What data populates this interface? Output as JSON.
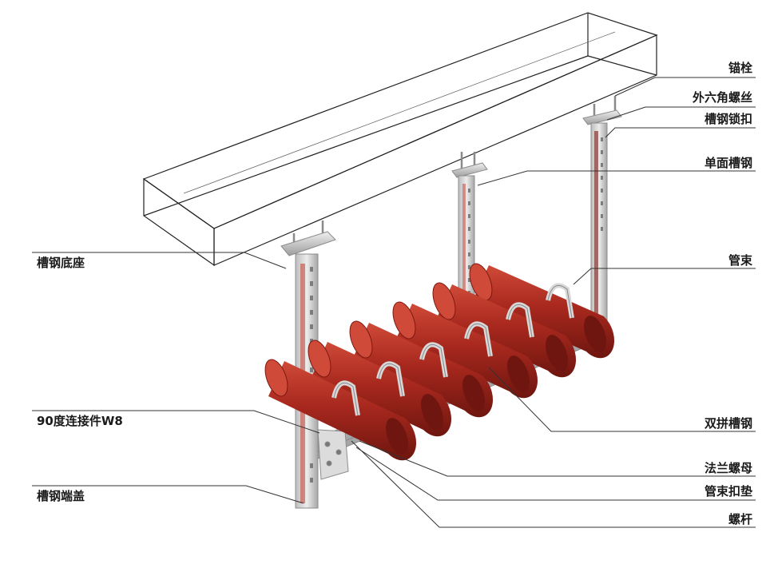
{
  "labels": {
    "anchor_bolt": "锚栓",
    "hex_bolt": "外六角螺丝",
    "channel_lock": "槽钢锁扣",
    "single_channel": "单面槽钢",
    "pipe_clamp": "管束",
    "double_channel": "双拼槽钢",
    "flange_nut": "法兰螺母",
    "clamp_washer": "管束扣垫",
    "threaded_rod": "螺杆",
    "channel_base": "槽钢底座",
    "connector_90": "90度连接件W8",
    "channel_end_cap": "槽钢端盖"
  },
  "colors": {
    "pipe": "#a8281e",
    "pipe_dark": "#7a1a12",
    "pipe_light": "#cf4a38",
    "steel": "#d6d6d6",
    "steel_dark": "#9a9a9a",
    "leader": "#333333",
    "duct_outline": "#222222"
  }
}
